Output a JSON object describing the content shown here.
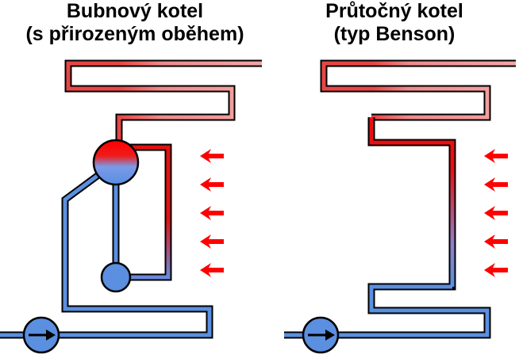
{
  "left_panel": {
    "title_line1": "Bubnový kotel",
    "title_line2": "(s přirozeným oběhem)"
  },
  "right_panel": {
    "title_line1": "Průtočný kotel",
    "title_line2": "(typ Benson)"
  },
  "colors": {
    "water": "#5b8fe0",
    "steam": "#e81010",
    "superheated": "#f09090",
    "outline": "#000000",
    "heat_arrow": "#ff0000"
  },
  "icons": [
    "pump-icon",
    "heat-arrow-icon",
    "drum-icon",
    "header-icon"
  ]
}
